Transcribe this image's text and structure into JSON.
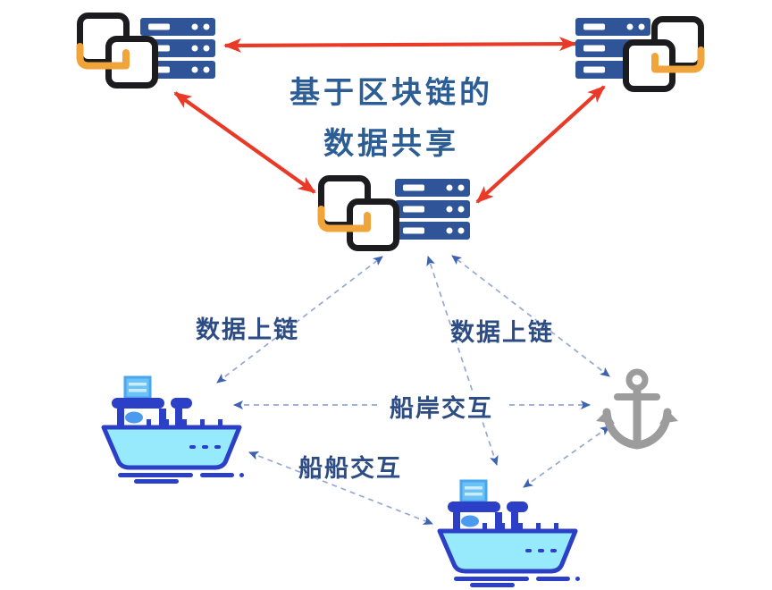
{
  "title": {
    "line1": "基于区块链的",
    "line2": "数据共享"
  },
  "labels": {
    "onchain_left": "数据上链",
    "onchain_right": "数据上链",
    "ship_shore": "船岸交互",
    "ship_ship": "船船交互"
  },
  "icons": [
    "blockchain-node-icon",
    "chain-blocks-icon",
    "server-stack-icon",
    "cargo-ship-icon",
    "anchor-icon",
    "red-double-arrow",
    "dashed-double-arrow"
  ],
  "colors": {
    "background": "#ffffff",
    "red_arrow": "#e83a27",
    "title_blue": "#2c5d95",
    "label_blue": "#2d4c84",
    "server_navy": "#2f5497",
    "block_outline": "#1c1c1e",
    "link_orange": "#f1a43a",
    "dash_line": "#94a8d3",
    "dash_head": "#3d62b2",
    "ship_outline": "#2b3fc7",
    "ship_hull": "#97eafc",
    "ship_cabin": "#6cc1f5",
    "ship_cabin_edge": "#4aa6ef",
    "ship_cabin_stripe": "#c8ecfc",
    "ship_ellipse": "#4a9bed",
    "anchor_gray": "#9c9c9c"
  }
}
